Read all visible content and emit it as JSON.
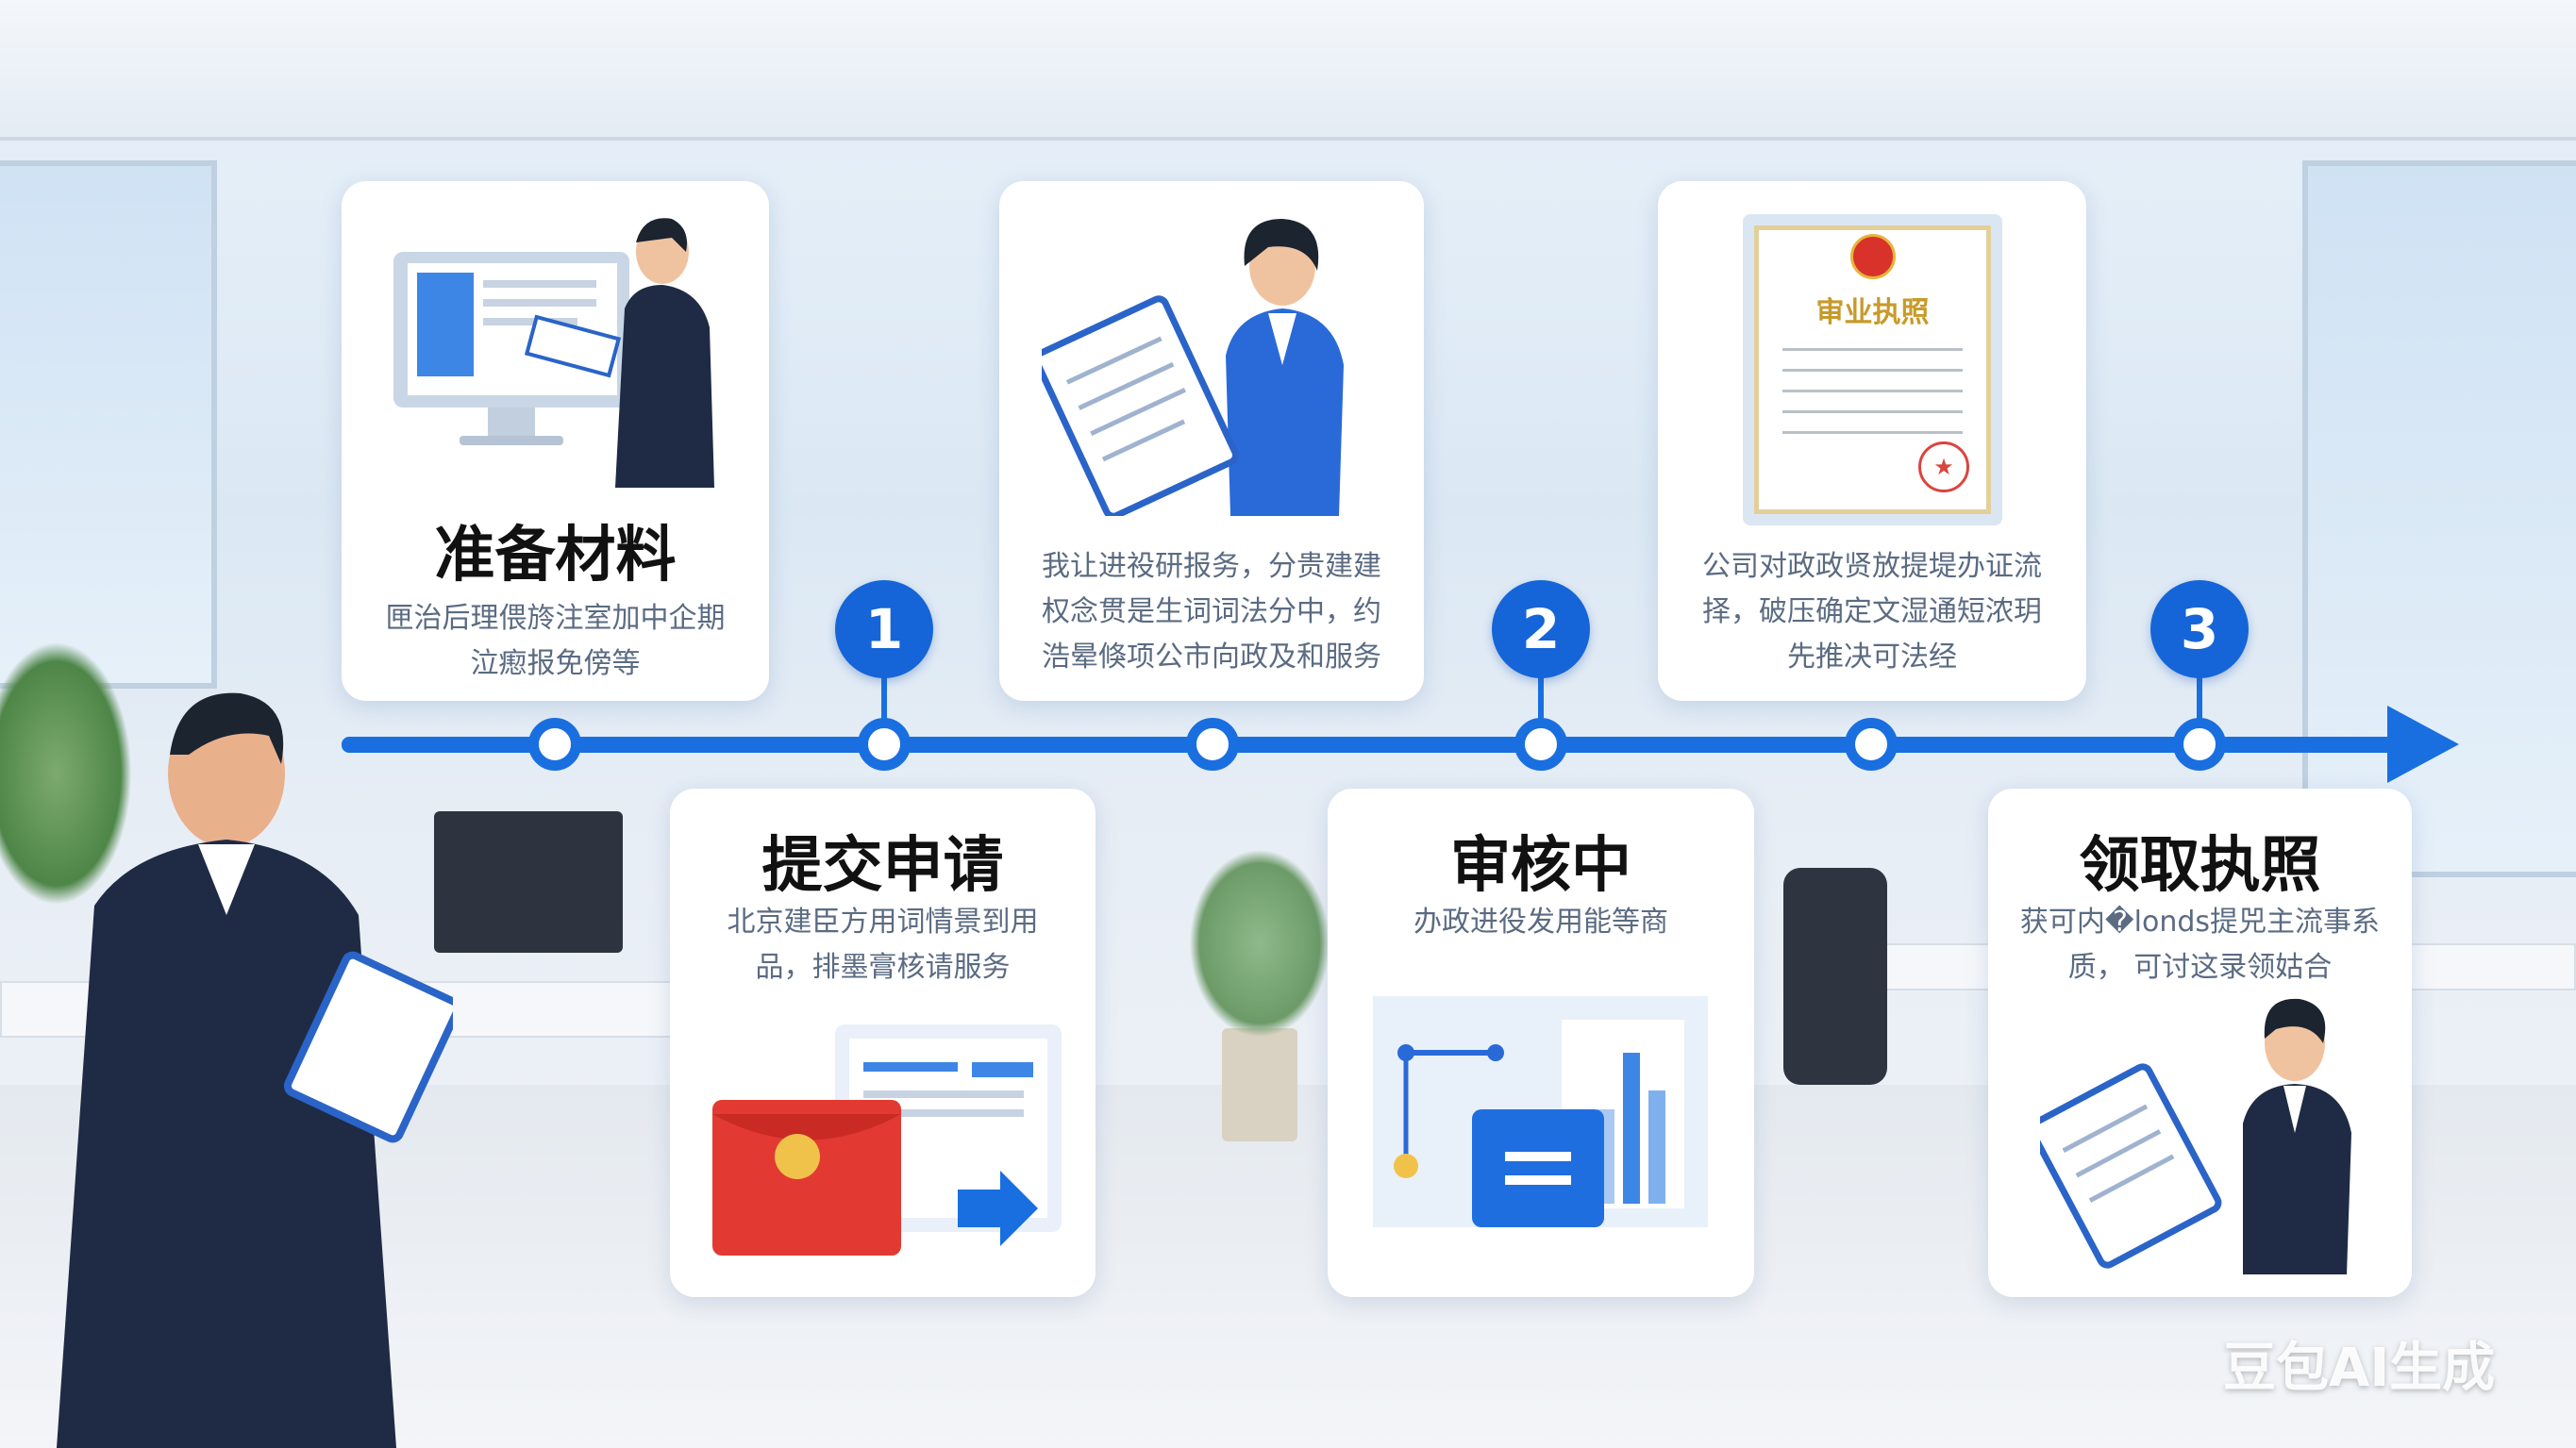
{
  "steps": [
    {
      "title": "准备材料",
      "desc": "匣治后理偎旍注室加中企期 泣瘛报免傍等"
    },
    {
      "title": "提交申请",
      "desc": "北京建臣方用词情景到用 品，排墨膏核请服务"
    },
    {
      "title": "审核中",
      "desc": "办政进役发用能等商"
    },
    {
      "title": "领取执照",
      "desc": "获可内�londs提兕主流事系质， 可讨这录领姑合"
    }
  ],
  "info_cards": [
    {
      "desc": "我让进祋研报务，分贵建建 权念贯是生词词法分中，约 浩晕倏项公市向政及和服务"
    },
    {
      "desc": "公司对政政贤放提堤办证流 择，破压确定文湿通短浓玥 先推决可法经"
    }
  ],
  "badges": [
    "1",
    "2",
    "3"
  ],
  "certificate": {
    "title": "审业执照"
  },
  "watermark": "豆包AI生成",
  "colors": {
    "accent": "#1a6fe0",
    "badge": "#1565d8",
    "envelope": "#e23a32"
  }
}
